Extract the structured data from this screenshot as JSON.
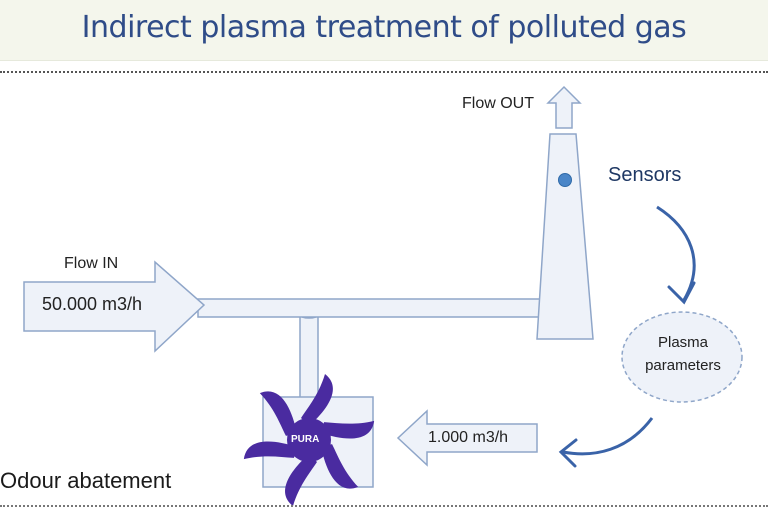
{
  "title": {
    "emphasis": "Indirect",
    "rest": " plasma treatment of polluted gas"
  },
  "labels": {
    "flow_out": "Flow OUT",
    "flow_in": "Flow IN",
    "flow_in_value": "50.000 m3/h",
    "sensors": "Sensors",
    "plasma_parameters": "Plasma parameters",
    "small_flow_value": "1.000 m3/h",
    "pura": "PURA",
    "odour": "Odour abatement"
  },
  "colors": {
    "pipe_fill": "#eef2f9",
    "pipe_stroke": "#8fa6c9",
    "arrow_curve": "#3a63a8",
    "sensor_dot": "#4a86c8",
    "pura_logo": "#4a2ba0",
    "title": "#2f4c88"
  },
  "icons": {
    "logo": "pura-logo-icon",
    "sensor": "sensor-dot-icon"
  }
}
